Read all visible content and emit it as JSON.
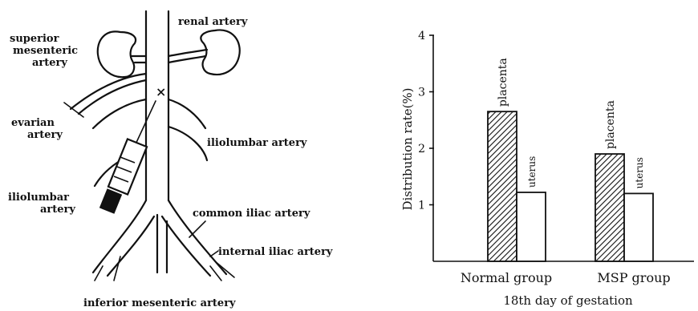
{
  "diagram": {
    "labels": {
      "superior_mesenteric": [
        "superior",
        "mesenteric",
        "artery"
      ],
      "renal": "renal artery",
      "evarian": [
        "evarian",
        "artery"
      ],
      "iliolumbar_right": "iliolumbar artery",
      "iliolumbar_left": [
        "iliolumbar",
        "artery"
      ],
      "common_iliac": "common iliac artery",
      "internal_iliac": "internal iliac artery",
      "inferior_mesenteric": "inferior mesenteric artery",
      "ligation_mark": "×"
    }
  },
  "chart_data": {
    "type": "bar",
    "xlabel": "18th day of gestation",
    "ylabel": "Distribution rate(%)",
    "ylim": [
      0,
      4
    ],
    "yticks": [
      "1",
      "2",
      "3",
      "4"
    ],
    "categories": [
      "Normal group",
      "MSP group"
    ],
    "series": [
      {
        "name": "placenta",
        "values": [
          2.65,
          1.9
        ],
        "fill": "hatched"
      },
      {
        "name": "uterus",
        "values": [
          1.22,
          1.2
        ],
        "fill": "white"
      }
    ],
    "bar_labels": [
      "placenta",
      "uterus"
    ],
    "colors": {
      "ink": "#111111",
      "background": "#ffffff"
    }
  }
}
